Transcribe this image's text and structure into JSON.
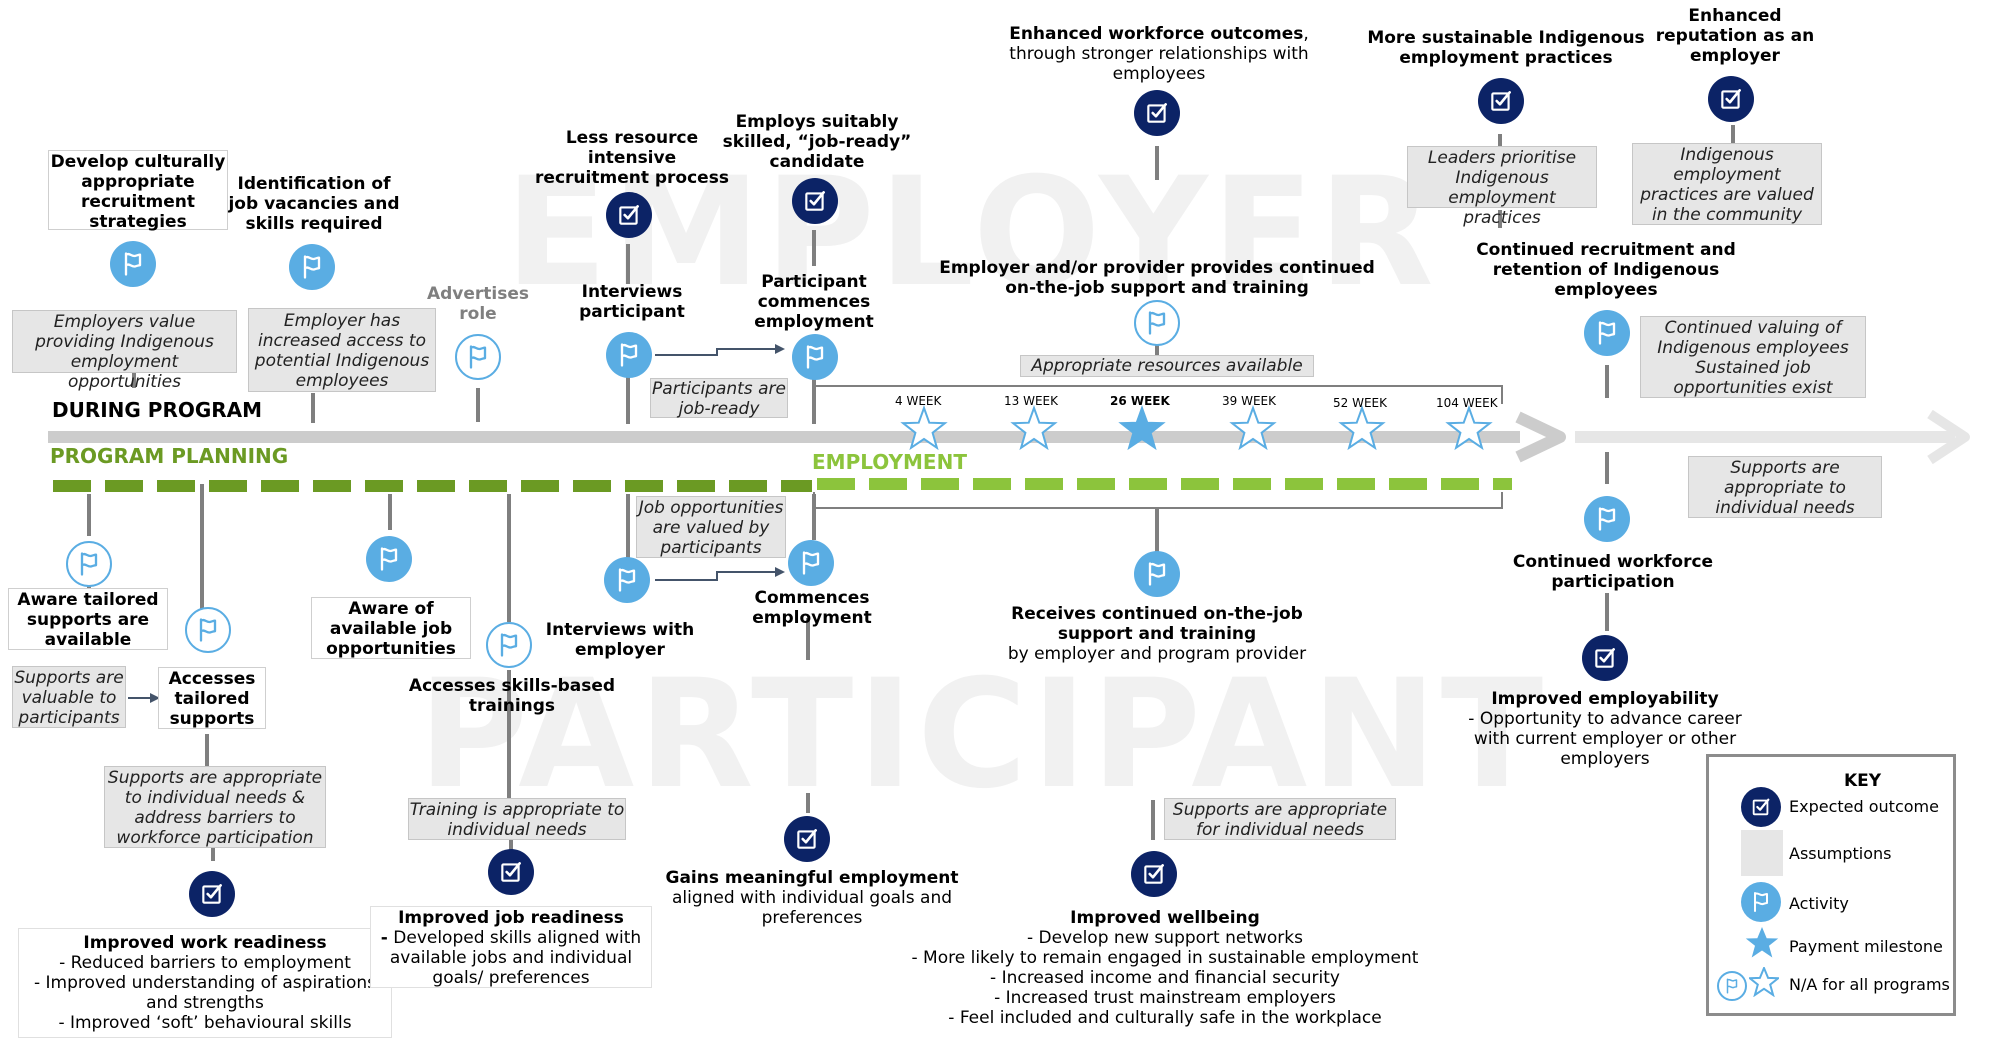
{
  "watermarks": {
    "employer": "EMPLOYER",
    "participant": "PARTICIPANT"
  },
  "colors": {
    "activity": "#5aade3",
    "outcome": "#0c2366",
    "assumption": "#e6e6e6",
    "planning_green": "#6b9a23",
    "employment_green": "#8cc43c",
    "arrow_grey": "#cccccc"
  },
  "phases": {
    "during_program": "DURING PROGRAM",
    "program_planning": "PROGRAM PLANNING",
    "employment": "EMPLOYMENT"
  },
  "weeks": [
    "4 WEEK",
    "13 WEEK",
    "26 WEEK",
    "39 WEEK",
    "52 WEEK",
    "104 WEEK"
  ],
  "payment_milestone_week": "26 WEEK",
  "employer": {
    "develop_strategies": "Develop culturally appropriate recruitment strategies",
    "identify_vacancies": "Identification of job vacancies and skills required",
    "advertises_role": "Advertises role",
    "less_resource": "Less resource intensive recruitment process",
    "employs_skilled": "Employs suitably skilled, “job-ready” candidate",
    "interviews_participant": "Interviews participant",
    "participant_commences": "Participant commences employment",
    "enhanced_outcomes_bold": "Enhanced workforce outcomes",
    "enhanced_outcomes_rest": ", through stronger relationships with employees",
    "continued_support": "Employer and/or provider provides continued on-the-job support and training",
    "sustainable_practices": "More sustainable Indigenous employment practices",
    "enhanced_reputation": "Enhanced reputation as an employer",
    "continued_recruitment": "Continued recruitment and retention of Indigenous employees"
  },
  "employer_assumptions": {
    "value_providing": "Employers value providing Indigenous employment opportunities",
    "increased_access": "Employer has increased access to potential Indigenous employees",
    "job_ready": "Participants are job-ready",
    "resources_available": "Appropriate resources available",
    "leaders_prioritise": "Leaders prioritise Indigenous employment practices",
    "practices_valued": "Indigenous employment practices are valued in the community",
    "continued_valuing": "Continued valuing of Indigenous employees Sustained job opportunities exist"
  },
  "participant": {
    "aware_tailored": "Aware tailored supports are available",
    "accesses_tailored": "Accesses tailored supports",
    "aware_jobs": "Aware of available job opportunities",
    "accesses_trainings": "Accesses skills-based trainings",
    "interviews_employer": "Interviews with employer",
    "commences": "Commences employment",
    "receives_support_bold": "Receives continued on-the-job support and training",
    "receives_support_rest": "by employer and program provider",
    "continued_participation": "Continued workforce participation",
    "work_readiness_title": "Improved work readiness",
    "work_readiness_items": [
      "- Reduced barriers to employment",
      "- Improved understanding of aspirations and strengths",
      "- Improved ‘soft’ behavioural skills"
    ],
    "job_readiness_title": "Improved job readiness",
    "job_readiness_dash": "-",
    "job_readiness_text": "Developed skills aligned with available jobs and individual goals/ preferences",
    "meaningful_title": "Gains meaningful employment",
    "meaningful_text": "aligned with individual goals and preferences",
    "wellbeing_title": "Improved wellbeing",
    "wellbeing_items": [
      "- Develop new support networks",
      "- More likely to remain engaged in sustainable employment",
      "- Increased income and financial security",
      "- Increased trust mainstream employers",
      "- Feel included and culturally safe in the workplace"
    ],
    "employability_title": "Improved employability",
    "employability_text": "- Opportunity to advance career with current employer or other employers"
  },
  "participant_assumptions": {
    "supports_valuable": "Supports are valuable to participants",
    "supports_address": "Supports are appropriate to individual needs & address barriers to workforce participation",
    "training_appropriate": "Training is appropriate to individual needs",
    "opportunities_valued": "Job opportunities are valued by participants",
    "supports_individual": "Supports are appropriate for individual needs",
    "supports_appropriate_right": "Supports are appropriate to individual needs"
  },
  "key": {
    "title": "KEY",
    "expected_outcome": "Expected outcome",
    "assumptions": "Assumptions",
    "activity": "Activity",
    "payment_milestone": "Payment milestone",
    "na": "N/A for all programs"
  }
}
